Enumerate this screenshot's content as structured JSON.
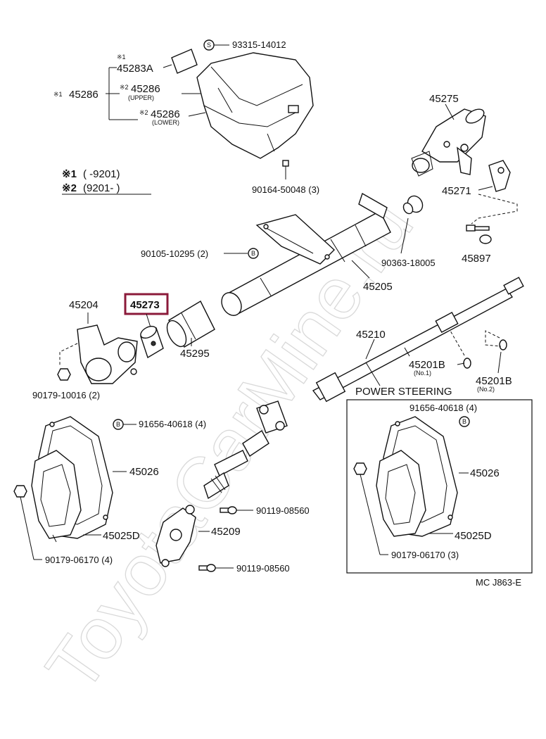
{
  "watermark": "ToyotaCarMine.ru",
  "diagram_code": "MC J863-E",
  "legend": {
    "note1_mark": "※1",
    "note1_range": "(          -9201)",
    "note2_mark": "※2",
    "note2_range": "(9201-          )"
  },
  "parts": {
    "p93315": "93315-14012",
    "p45283A_mark": "※1",
    "p45283A": "45283A",
    "p45286_mark": "※1",
    "p45286": "45286",
    "p45286u_mark": "※2",
    "p45286u": "45286",
    "p45286u_sub": "(UPPER)",
    "p45286l_mark": "※2",
    "p45286l": "45286",
    "p45286l_sub": "(LOWER)",
    "p90164": "90164-50048 (3)",
    "p45275": "45275",
    "p45271": "45271",
    "p45897": "45897",
    "p90105": "90105-10295  (2)",
    "p90363": "90363-18005",
    "p45205": "45205",
    "p45204": "45204",
    "p45273": "45273",
    "p45295": "45295",
    "p90179a": "90179-10016 (2)",
    "p45210": "45210",
    "p45201B1": "45201B",
    "p45201B1_sub": "(No.1)",
    "p45201B2": "45201B",
    "p45201B2_sub": "(No.2)",
    "power_steering": "POWER STEERING",
    "p91656a": "91656-40618  (4)",
    "p45026a": "45026",
    "p45025Da": "45025D",
    "p90179b": "90179-06170  (4)",
    "p90119a": "90119-08560",
    "p45209": "45209",
    "p90119b": "90119-08560",
    "p91656b": "91656-40618  (4)",
    "p45026b": "45026",
    "p45025Db": "45025D",
    "p90179c": "90179-06170  (3)"
  },
  "symbols": {
    "s": "S",
    "b": "B"
  },
  "colors": {
    "highlight": "#8b1a3a",
    "ink": "#111111",
    "watermark": "#d9d9d9"
  }
}
